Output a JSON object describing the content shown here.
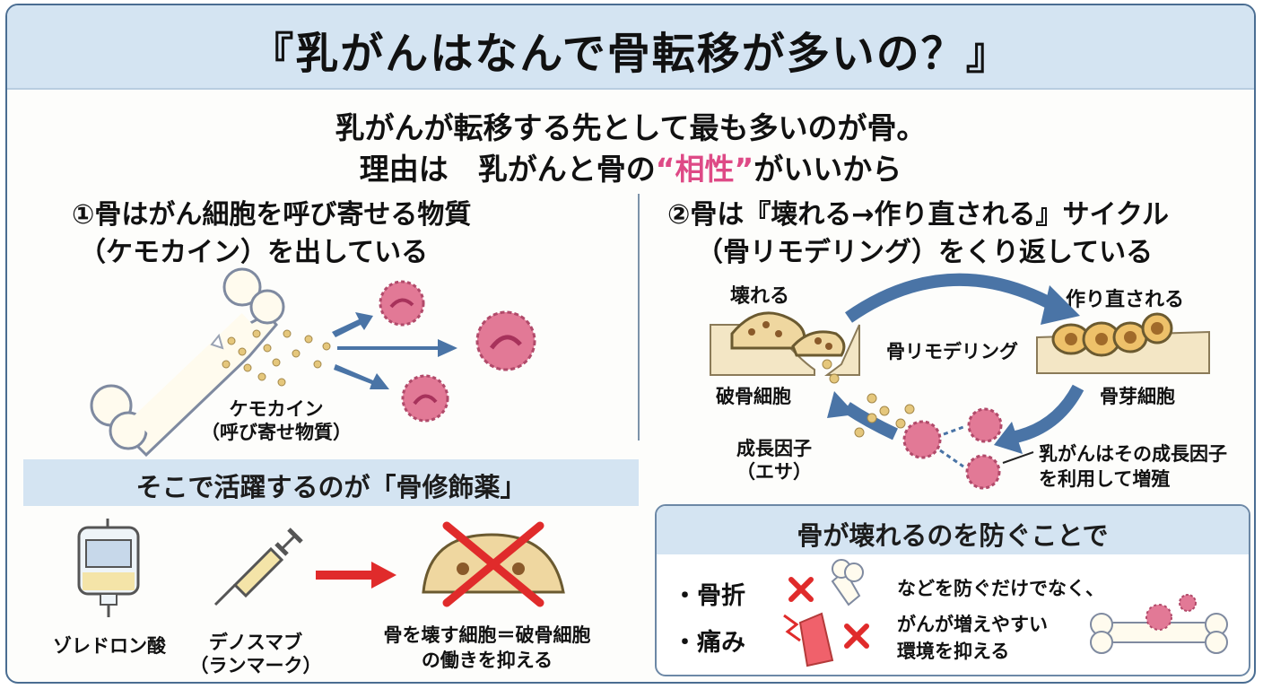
{
  "header": {
    "title": "『乳がんはなんで骨転移が多いの？』"
  },
  "intro": {
    "line1": "乳がんが転移する先として最も多いのが骨。",
    "line2_prefix": "理由は　乳がんと骨の",
    "line2_highlight": "“相性”",
    "line2_suffix": "がいいから"
  },
  "section1": {
    "title_line1": "①骨はがん細胞を呼び寄せる物質",
    "title_line2": "（ケモカイン）を出している",
    "chemokine_label": "ケモカイン",
    "chemokine_sub": "（呼び寄せ物質）"
  },
  "section2": {
    "title_line1": "②骨は『壊れる→作り直される』サイクル",
    "title_line2": "（骨リモデリング）をくり返している",
    "broken_label": "壊れる",
    "rebuilt_label": "作り直される",
    "remodeling_label": "骨リモデリング",
    "osteoclast_label": "破骨細胞",
    "osteoblast_label": "骨芽細胞",
    "growth_factor_label": "成長因子",
    "growth_factor_sub": "（エサ）",
    "cancer_note_line1": "乳がんはその成長因子",
    "cancer_note_line2": "を利用して増殖"
  },
  "drug_section": {
    "title": "そこで活躍するのが「骨修飾薬」",
    "drug1": "ゾレドロン酸",
    "drug2": "デノスマブ",
    "drug2_sub": "（ランマーク）",
    "effect_line1": "骨を壊す細胞＝破骨細胞",
    "effect_line2": "の働きを抑える"
  },
  "prevention": {
    "title": "骨が壊れるのを防ぐことで",
    "bullet1": "・骨折",
    "bullet2": "・痛み",
    "text1": "などを防ぐだけでなく、",
    "text2_line1": "がんが増えやすい",
    "text2_line2": "環境を抑える"
  },
  "colors": {
    "banner": "#d4e4f2",
    "frame": "#4a6d92",
    "accent_pink": "#de4a86",
    "arrow_blue": "#4a74a6",
    "cross_red": "#e02b2b",
    "cancer_cell": "#e27996",
    "osteoclast": "#efd7a0"
  },
  "icons": {
    "bone": "bone-icon",
    "cancer_cell": "cancer-cell-icon",
    "iv_bag": "iv-bag-icon",
    "syringe": "syringe-icon",
    "cross": "cross-icon"
  }
}
